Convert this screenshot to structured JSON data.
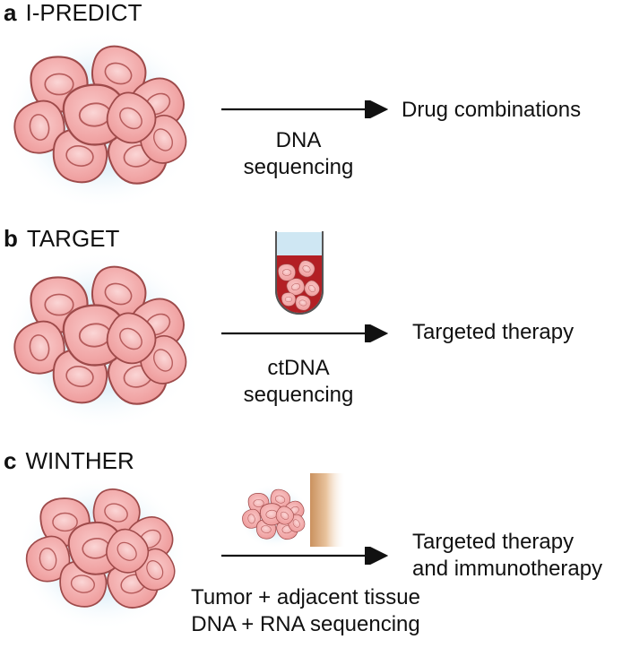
{
  "panels": [
    {
      "letter": "a",
      "name": "I-PREDICT",
      "outcome_lines": [
        "Drug combinations"
      ],
      "method_lines": [
        "DNA",
        "sequencing"
      ]
    },
    {
      "letter": "b",
      "name": "TARGET",
      "outcome_lines": [
        "Targeted therapy"
      ],
      "method_lines": [
        "ctDNA",
        "sequencing"
      ]
    },
    {
      "letter": "c",
      "name": "WINTHER",
      "outcome_lines": [
        "Targeted therapy",
        "and immunotherapy"
      ],
      "method_lines": [
        "Tumor + adjacent tissue",
        "DNA + RNA sequencing"
      ]
    }
  ],
  "colors": {
    "cell_fill": "#f2a7a7",
    "cell_stroke": "#9e4a4a",
    "cell_nucleus": "#f7c3c3",
    "halo": "#e8f4fb",
    "blood": "#b31f24",
    "plasma": "#cfe7f3",
    "tissue": "#d9b28a"
  },
  "icons": {
    "tumor": "tumor-cluster-icon",
    "tube": "blood-tube-icon",
    "tissue": "adjacent-tissue-icon"
  }
}
